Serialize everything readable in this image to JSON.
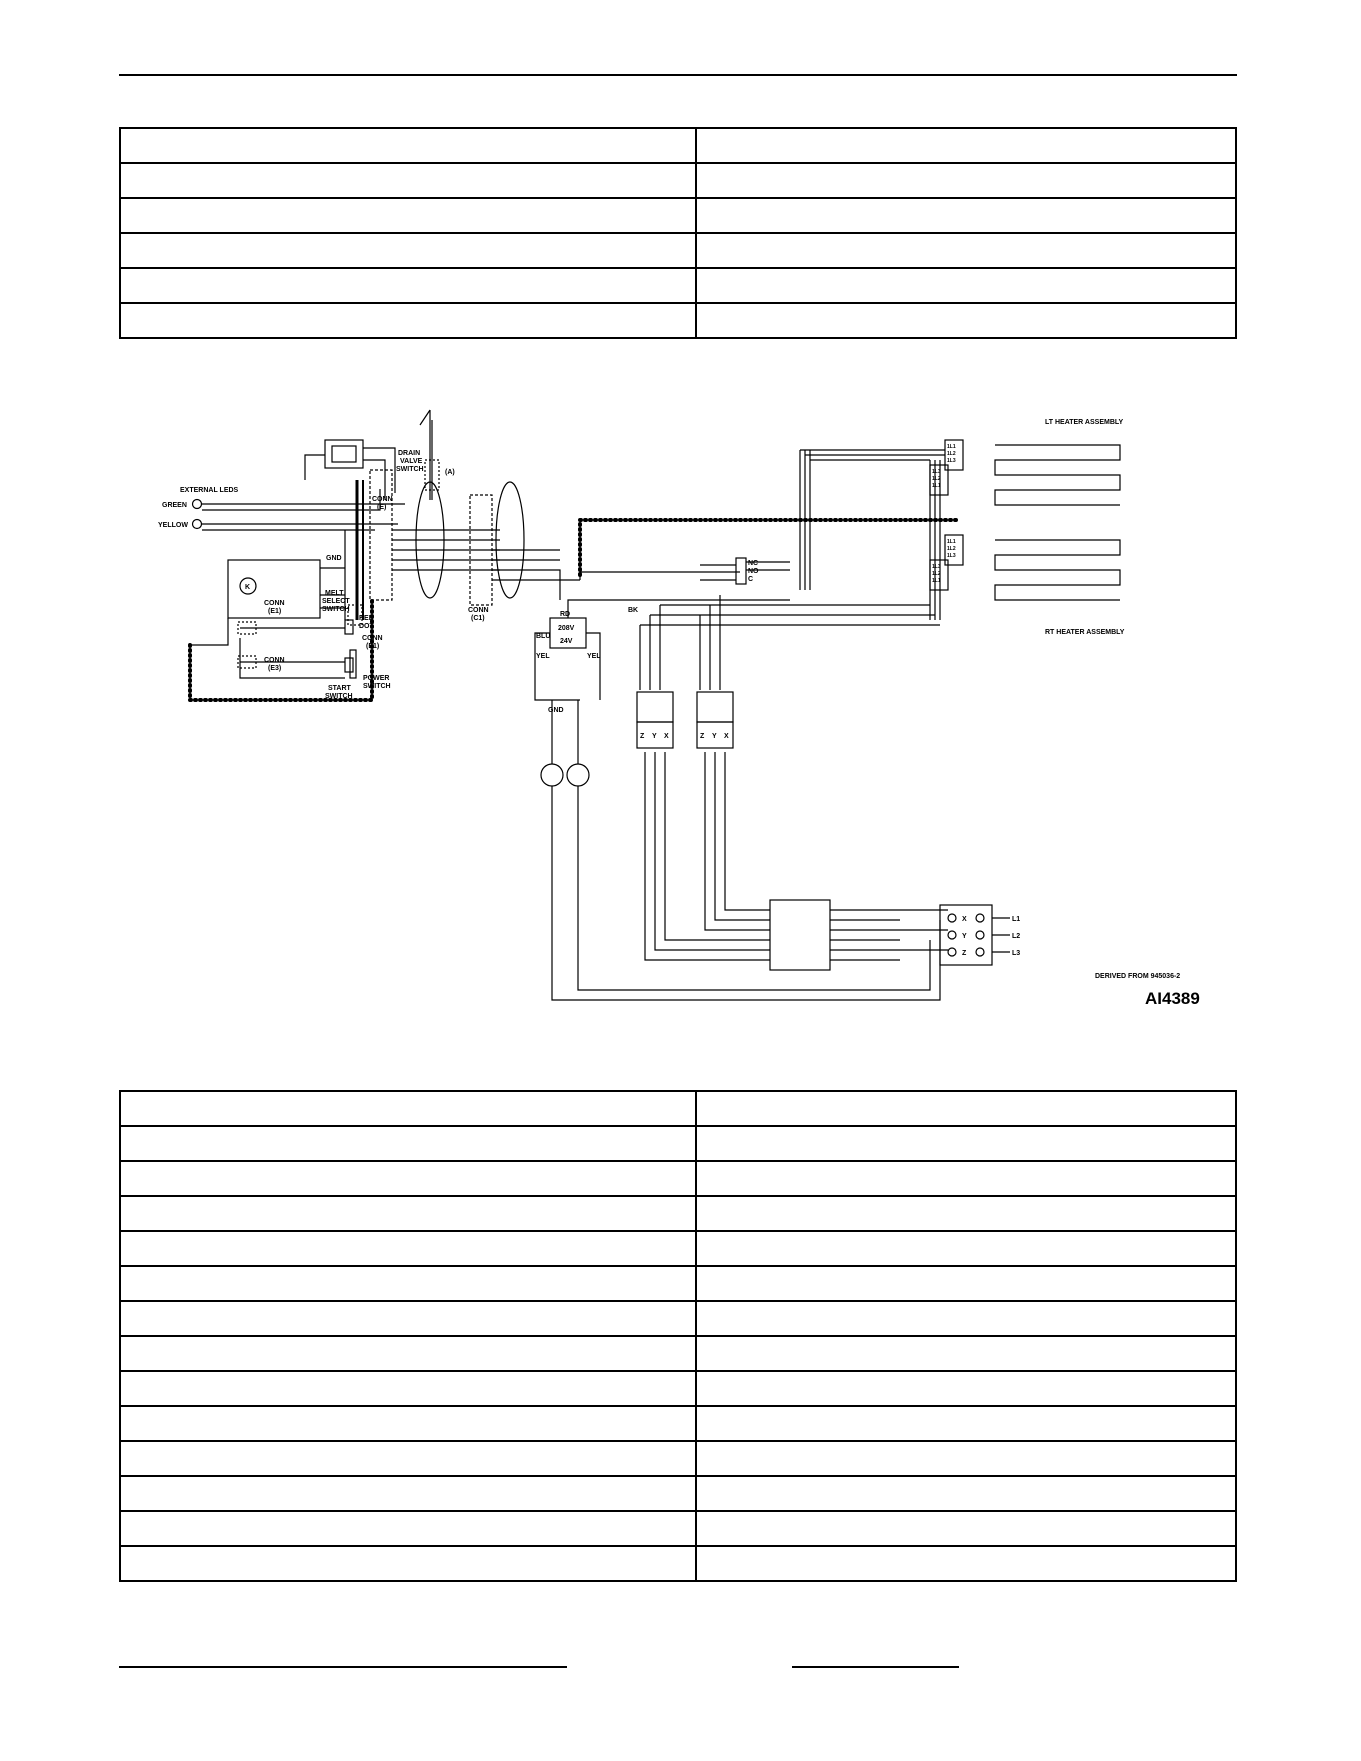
{
  "labels": {
    "external_leds": "EXTERNAL LEDS",
    "green": "GREEN",
    "yellow": "YELLOW",
    "k": "K",
    "gnd": "GND",
    "conn_e1_left": "CONN",
    "conn_e1_left_sub": "(E1)",
    "conn_e3": "CONN",
    "conn_e3_sub": "(E3)",
    "melt_select_1": "MELT",
    "melt_select_2": "SELECT",
    "melt_select_3": "SWITCH",
    "start_1": "START",
    "start_2": "SWITCH",
    "drain_1": "DRAIN",
    "drain_2": "VALVE",
    "drain_3": "SWITCH",
    "drain_a": "(A)",
    "conn_e_1": "CONN",
    "conn_e_2": "(E)",
    "red_dot_1": "RED",
    "red_dot_2": "DOT",
    "conn_e1_mid": "CONN",
    "conn_e1_mid_sub": "(E1)",
    "power_1": "POWER",
    "power_2": "SWITCH",
    "conn_c1_1": "CONN",
    "conn_c1_2": "(C1)",
    "lt_heater": "LT HEATER ASSEMBLY",
    "rt_heater": "RT HEATER ASSEMBLY",
    "bk": "BK",
    "rd": "RD",
    "blu": "BLU",
    "yel_l": "YEL",
    "yel_r": "YEL",
    "v208": "208V",
    "v24": "24V",
    "gnd2": "GND",
    "nc": "NC",
    "no": "NO",
    "c": "C",
    "zyx1": [
      "Z",
      "Y",
      "X"
    ],
    "zyx2": [
      "Z",
      "Y",
      "X"
    ],
    "terminal": [
      "X",
      "Y",
      "Z"
    ],
    "lines": [
      "L1",
      "L2",
      "L3"
    ],
    "lt_pins": [
      "1L1",
      "1L2",
      "1L3",
      "1L3",
      "1L2",
      "1L1"
    ],
    "rt_pins": [
      "1L1",
      "1L2",
      "1L3",
      "1L3",
      "1L2",
      "1L1"
    ],
    "derived": "DERIVED FROM 945036-2",
    "drawing_id": "AI4389"
  }
}
